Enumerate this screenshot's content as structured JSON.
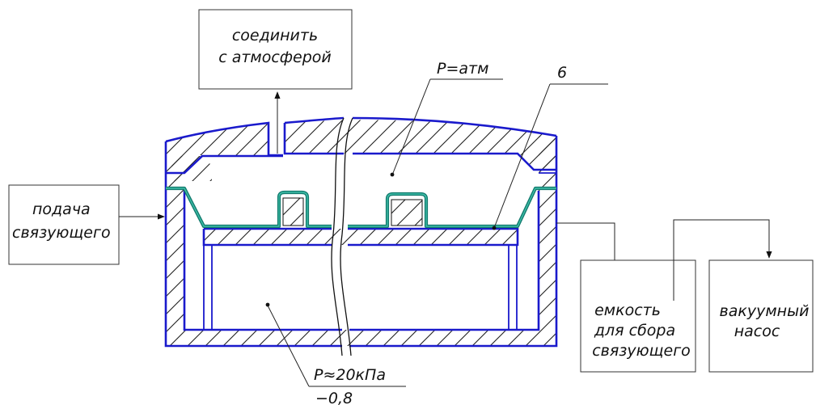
{
  "labels": {
    "connect_atmosphere": [
      "соединить",
      "с атмосферой"
    ],
    "binder_feed": [
      "подача",
      "связующего"
    ],
    "pressure_atm": "Р=атм",
    "item_number": "6",
    "pressure_vacuum": "Р≈20кПа",
    "pressure_value": "−0,8",
    "collection_tank": [
      "емкость",
      "для сбора",
      "связующего"
    ],
    "vacuum_pump": [
      "вакуумный",
      "насос"
    ]
  },
  "colors": {
    "mold_outline": "#1a1acc",
    "membrane": "#127a6e",
    "membrane_fill": "#3fbfa8",
    "ink": "#111111"
  }
}
